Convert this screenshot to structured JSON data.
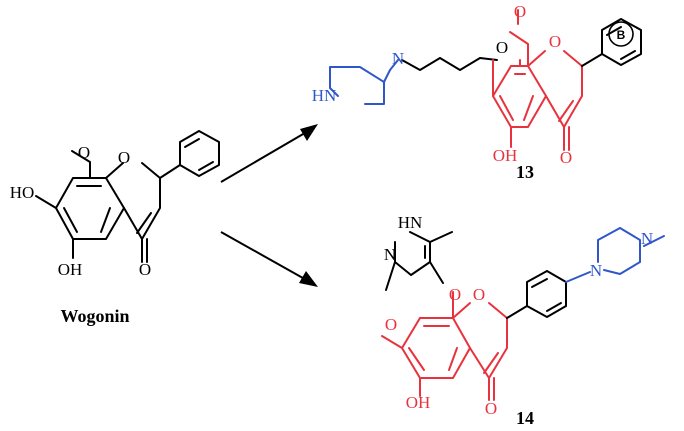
{
  "labels": {
    "wogonin_name": "Wogonin",
    "compound_13": "13",
    "compound_14": "14",
    "ring_b": "B"
  },
  "atoms": {
    "O": "O",
    "OH": "OH",
    "HO": "HO",
    "N": "N",
    "HN": "HN"
  },
  "colors": {
    "core": "#e8333f",
    "amine": "#2f57c9",
    "ink": "#000000"
  }
}
